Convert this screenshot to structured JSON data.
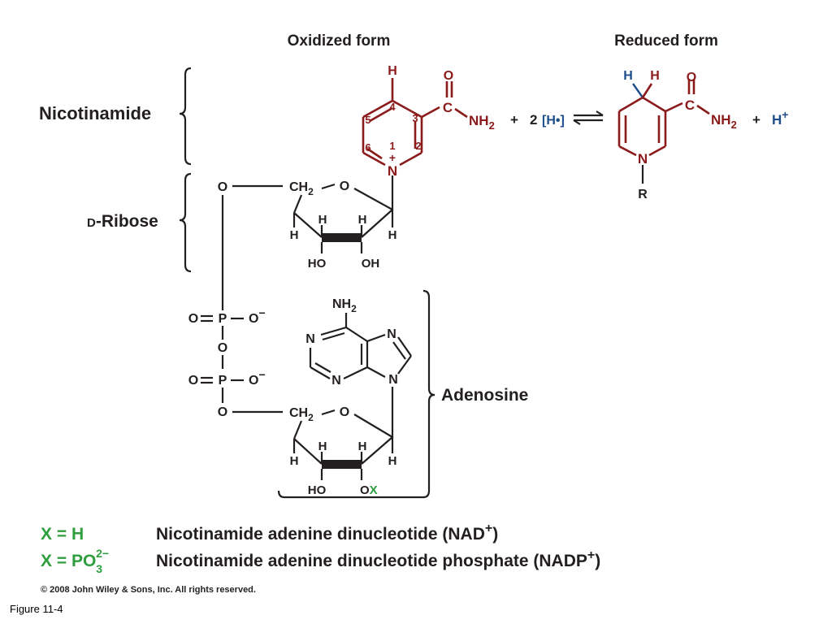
{
  "headers": {
    "oxidized": "Oxidized form",
    "reduced": "Reduced form"
  },
  "labels": {
    "nicotinamide": "Nicotinamide",
    "d_prefix": "D",
    "ribose": "-Ribose",
    "adenosine": "Adenosine"
  },
  "atoms": {
    "H": "H",
    "O": "O",
    "C": "C",
    "N": "N",
    "P": "P",
    "R": "R",
    "X": "X",
    "NH": "NH",
    "sub2": "2",
    "OH": "OH",
    "HO": "HO",
    "CH": "CH",
    "plus": "+",
    "minus": "−",
    "ring_numbers": [
      "1",
      "2",
      "3",
      "4",
      "5",
      "6"
    ]
  },
  "reaction": {
    "plus": "+",
    "coef": "2",
    "radical": "[H•]",
    "h_ion": "H",
    "h_charge": "+"
  },
  "legend": [
    {
      "x_label": "X = H",
      "name": "Nicotinamide adenine dinucleotide (NAD",
      "charge": "+",
      "close": ")"
    },
    {
      "x_label": "X = PO",
      "x_sub": "3",
      "x_sup": "2−",
      "name": "Nicotinamide adenine dinucleotide phosphate (NADP",
      "charge": "+",
      "close": ")"
    }
  ],
  "copyright": "© 2008 John Wiley & Sons, Inc. All rights reserved.",
  "caption": "Figure 11-4",
  "colors": {
    "nicotinamide_ring": "#8b1a1a",
    "hydrogen_transfer": "#1f4e8c",
    "x_substituent": "#2e9e3e",
    "structure": "#231f20"
  }
}
